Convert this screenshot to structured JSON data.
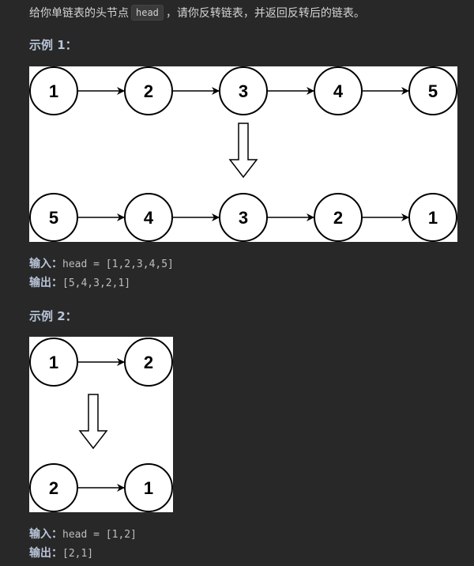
{
  "description": {
    "before": "给你单链表的头节点",
    "code": "head",
    "after": "，请你反转链表，并返回反转后的链表。"
  },
  "example1": {
    "title": "示例 1：",
    "top_nodes": [
      "1",
      "2",
      "3",
      "4",
      "5"
    ],
    "bottom_nodes": [
      "5",
      "4",
      "3",
      "2",
      "1"
    ],
    "input_label": "输入：",
    "input_value": "head = [1,2,3,4,5]",
    "output_label": "输出：",
    "output_value": "[5,4,3,2,1]"
  },
  "example2": {
    "title": "示例 2：",
    "top_nodes": [
      "1",
      "2"
    ],
    "bottom_nodes": [
      "2",
      "1"
    ],
    "input_label": "输入：",
    "input_value": "head = [1,2]",
    "output_label": "输出：",
    "output_value": "[2,1]"
  }
}
